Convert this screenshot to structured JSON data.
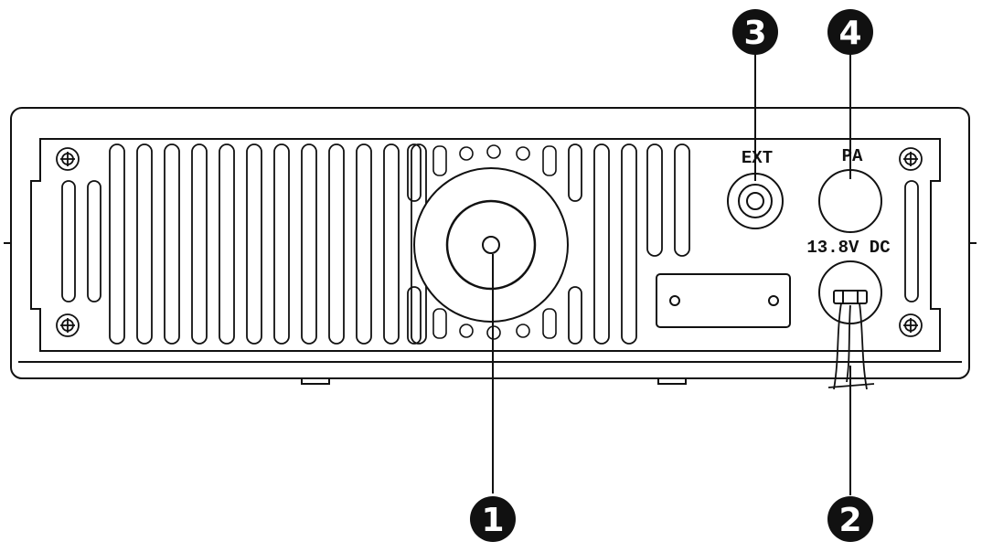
{
  "callouts": {
    "c1": "1",
    "c2": "2",
    "c3": "3",
    "c4": "4"
  },
  "labels": {
    "ext": "EXT",
    "pa": "PA",
    "power": "13.8V DC"
  },
  "colors": {
    "line": "#111111",
    "background": "#ffffff",
    "callout_fill": "#111111"
  }
}
